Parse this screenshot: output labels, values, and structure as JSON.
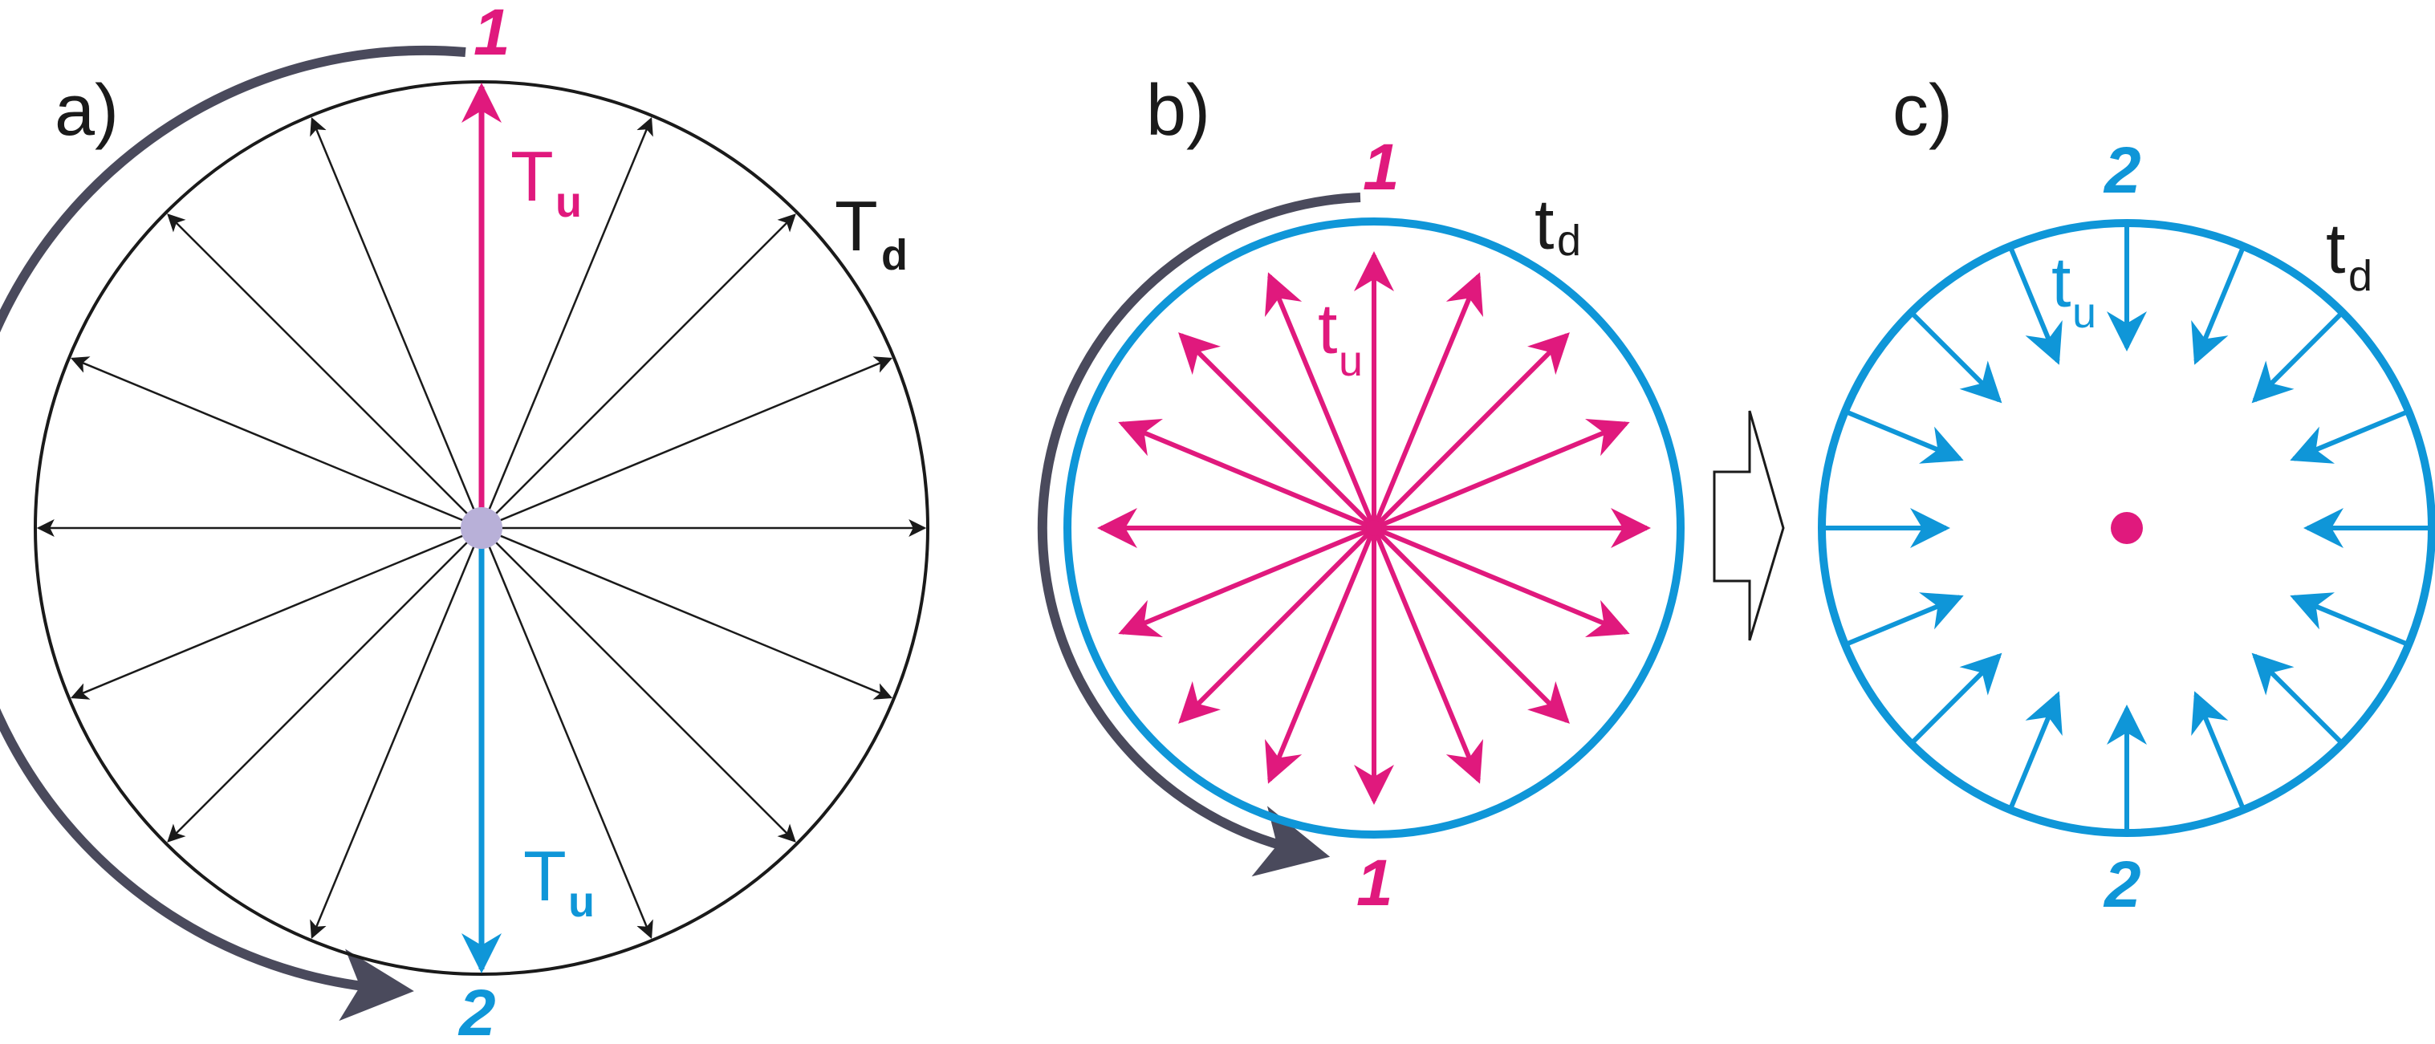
{
  "colors": {
    "black": "#1a1a1a",
    "magenta": "#e0197d",
    "blue": "#0f96d8",
    "dark_arc": "#4a4a5c",
    "center_dot": "#b8b0d8"
  },
  "panels": {
    "a": {
      "label": "a)",
      "markers": {
        "top": "1",
        "bottom": "2"
      },
      "labels": {
        "T_main": "T",
        "T_sub_u": "u",
        "Tu2_main": "T",
        "Tu2_sub": "u",
        "Td_main": "T",
        "Td_sub": "d"
      }
    },
    "b": {
      "label": "b)",
      "markers": {
        "top": "1",
        "bottom": "1"
      },
      "labels": {
        "td_main": "t",
        "td_sub": "d",
        "tu_main": "t",
        "tu_sub": "u"
      }
    },
    "c": {
      "label": "c)",
      "markers": {
        "top": "2",
        "bottom": "2"
      },
      "labels": {
        "td_main": "t",
        "td_sub": "d",
        "tu_main": "t",
        "tu_sub": "u"
      }
    }
  }
}
